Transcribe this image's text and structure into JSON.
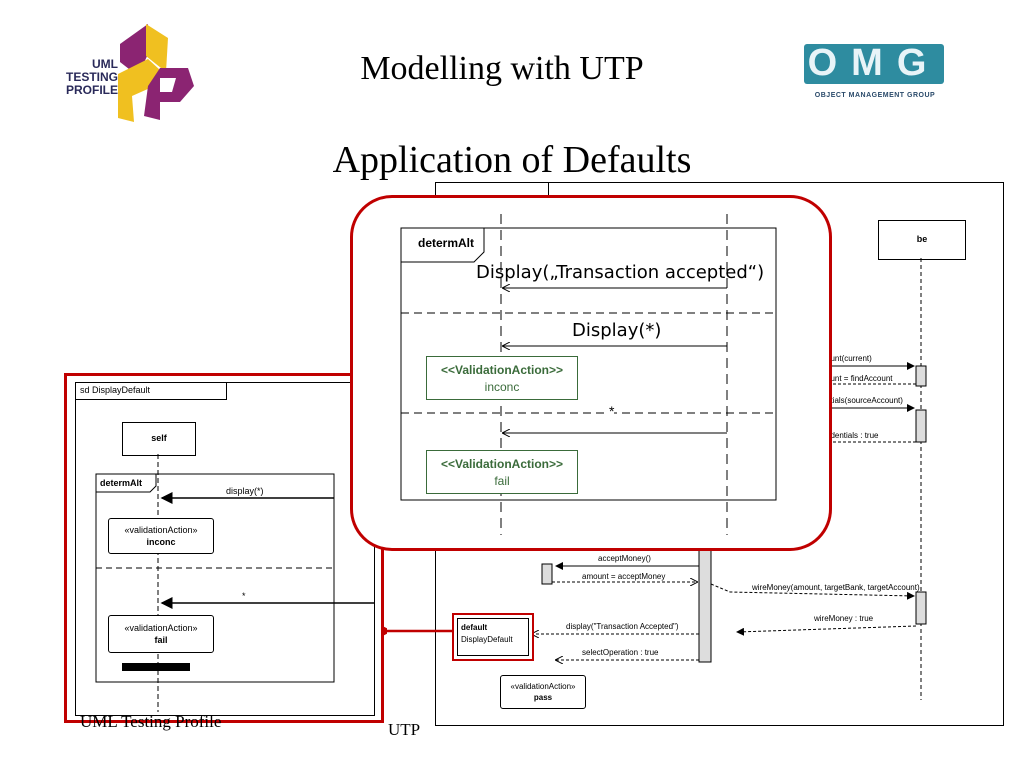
{
  "slide": {
    "title": "Modelling with UTP",
    "subtitle": "Application of Defaults",
    "footer_left": "UML Testing Profile",
    "footer_center": "UTP"
  },
  "logos": {
    "utp_lines": [
      "UML",
      "TESTING",
      "PROFILE"
    ],
    "omg_letters": "OMG",
    "omg_sub": "OBJECT MANAGEMENT GROUP"
  },
  "colors": {
    "red": "#c00000",
    "green": "#3a6b3a",
    "utp_purple": "#8b2472",
    "utp_yellow": "#f0c020",
    "utp_blue": "#2a6ab0",
    "omg_teal": "#2e8ca0"
  },
  "left_diagram": {
    "frame_label": "sd DisplayDefault",
    "lifeline": "self",
    "fragment": "determAlt",
    "msg1": "display(*)",
    "msg2": "*",
    "action1": {
      "stereo": "«validationAction»",
      "name": "inconc"
    },
    "action2": {
      "stereo": "«validationAction»",
      "name": "fail"
    }
  },
  "zoom": {
    "fragment": "determAlt",
    "msg1": "Display(„Transaction accepted“)",
    "msg2": "Display(*)",
    "msg3": "*",
    "action1": {
      "stereo": "<<ValidationAction>>",
      "name": "inconc"
    },
    "action2": {
      "stereo": "<<ValidationAction>>",
      "name": "fail"
    }
  },
  "bg_diagram": {
    "lifeline_be": "be",
    "msgs": {
      "m1": "ount(current)",
      "m2": "ount = findAccount",
      "m3": "ntials(sourceAccount)",
      "m4": "edentials : true",
      "m5": "acceptMoney()",
      "m6": "amount = acceptMoney",
      "m7": "wireMoney(amount, targetBank, targetAccount)",
      "m8": "wireMoney : true",
      "m9": "display(\"Transaction Accepted\")",
      "m10": "selectOperation : true"
    },
    "default_note": {
      "line1": "default",
      "line2": "DisplayDefault"
    },
    "pass_action": {
      "stereo": "«validationAction»",
      "name": "pass"
    }
  }
}
